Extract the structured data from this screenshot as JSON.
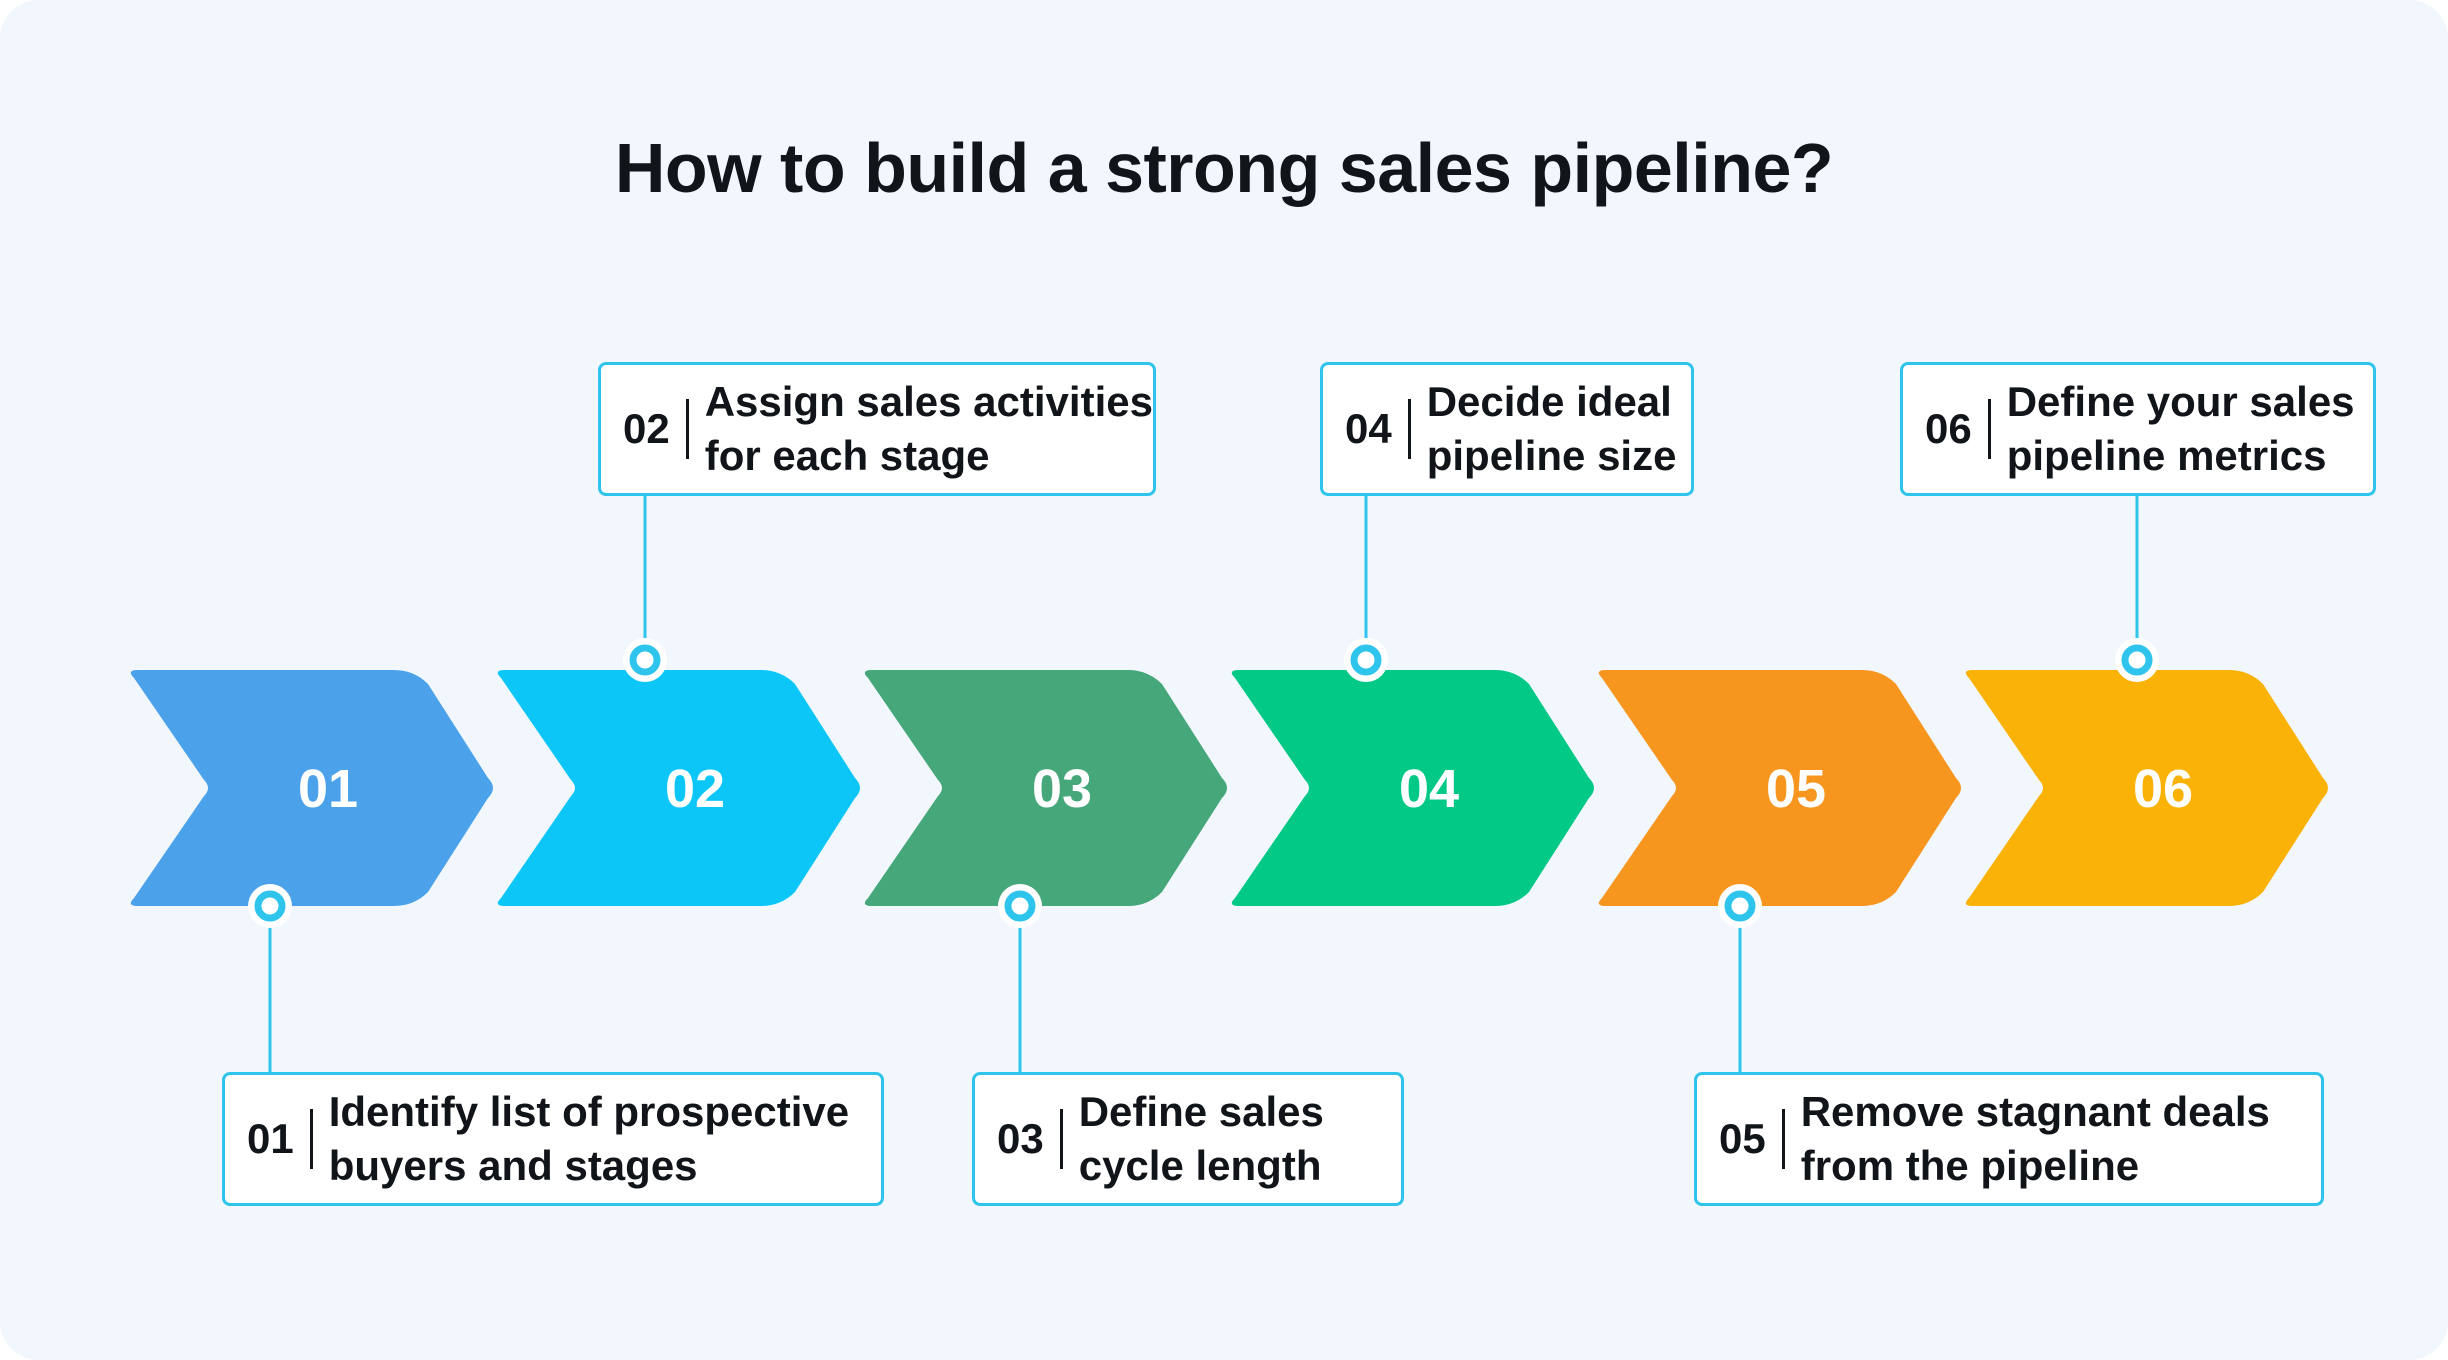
{
  "title": "How to build a strong sales pipeline?",
  "colors": {
    "background": "#f2f7fd",
    "card_border": "#2fc4ec",
    "connector": "#2fc4ec",
    "chevron_01": "#4ba2ea",
    "chevron_02": "#0cc6f8",
    "chevron_03": "#45a77a",
    "chevron_04": "#03c986",
    "chevron_05": "#f7961f",
    "chevron_06": "#f9b205"
  },
  "chevrons": [
    "01",
    "02",
    "03",
    "04",
    "05",
    "06"
  ],
  "steps": [
    {
      "number": "01",
      "text": "Identify list of prospective\nbuyers and stages",
      "position": "bottom"
    },
    {
      "number": "02",
      "text": "Assign sales activities\nfor each stage",
      "position": "top"
    },
    {
      "number": "03",
      "text": "Define sales\ncycle length",
      "position": "bottom"
    },
    {
      "number": "04",
      "text": "Decide ideal\npipeline size",
      "position": "top"
    },
    {
      "number": "05",
      "text": "Remove stagnant deals\nfrom the pipeline",
      "position": "bottom"
    },
    {
      "number": "06",
      "text": "Define your sales\npipeline metrics",
      "position": "top"
    }
  ]
}
